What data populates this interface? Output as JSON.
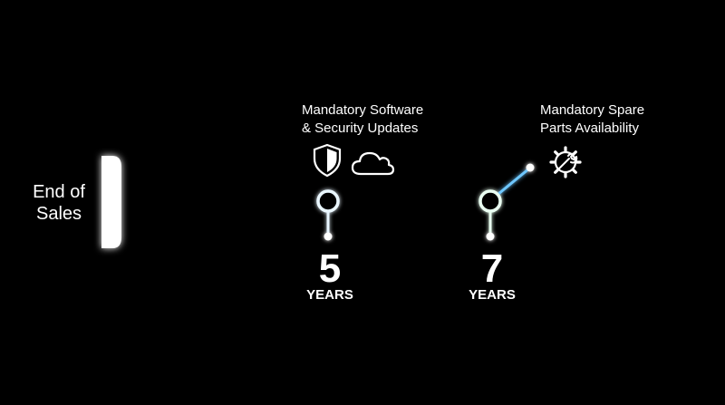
{
  "start": {
    "line1": "End of",
    "line2": "Sales"
  },
  "milestones": [
    {
      "id": "software",
      "title_line1": "Mandatory Software",
      "title_line2": "& Security Updates",
      "value": "5",
      "unit": "YEARS",
      "icons": [
        "shield-icon",
        "cloud-icon"
      ]
    },
    {
      "id": "spare-parts",
      "title_line1": "Mandatory Spare",
      "title_line2": "Parts Availability",
      "value": "7",
      "unit": "YEARS",
      "icons": [
        "gear-wrench-icon"
      ]
    }
  ],
  "colors": {
    "background": "#000000",
    "line_start": "#ffffff",
    "line_mid": "#2a9df4",
    "line_end": "#3ddc5c",
    "text": "#ffffff"
  }
}
